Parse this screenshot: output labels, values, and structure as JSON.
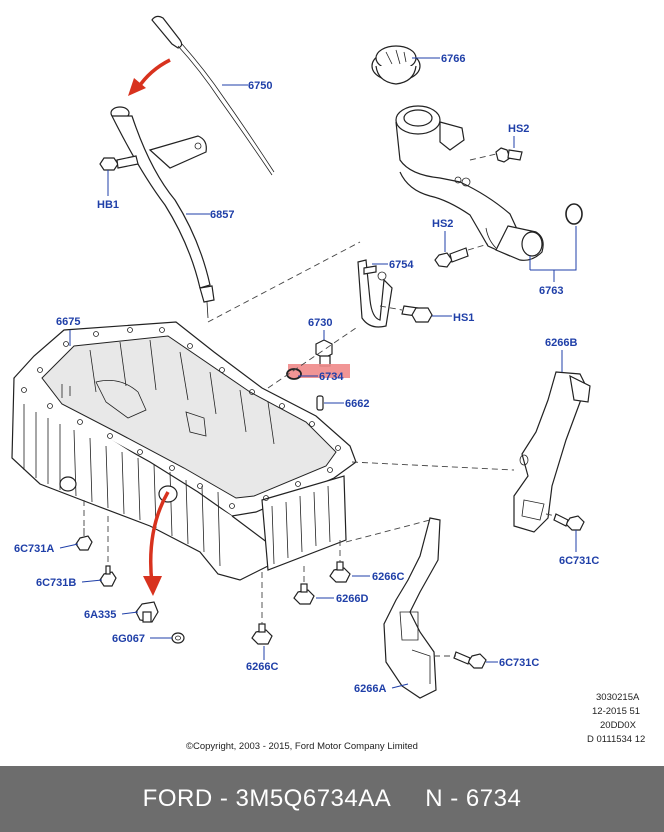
{
  "labels": {
    "l6750": "6750",
    "l6766": "6766",
    "lHS2a": "HS2",
    "lHB1": "HB1",
    "l6857": "6857",
    "lHS2b": "HS2",
    "l6754": "6754",
    "l6763": "6763",
    "l6675": "6675",
    "l6730": "6730",
    "lHS1": "HS1",
    "l6734": "6734",
    "l6662": "6662",
    "l6266B": "6266B",
    "l6C731A": "6C731A",
    "l6C731B": "6C731B",
    "l6A335": "6A335",
    "l6G067": "6G067",
    "l6266C_a": "6266C",
    "l6266D": "6266D",
    "l6266C_b": "6266C",
    "l6C731C_a": "6C731C",
    "l6C731C_b": "6C731C",
    "l6266A": "6266A"
  },
  "meta": {
    "line1": "3030215A",
    "line2": "12-2015 51",
    "line3": "20DD0X",
    "line4": "D 0111534 12"
  },
  "copyright": "©Copyright, 2003 - 2015, Ford Motor Company Limited",
  "footer": {
    "part_label": "FORD - 3M5Q6734AA",
    "ref_label": "N - 6734"
  },
  "colors": {
    "label_blue": "#1f3fa8",
    "highlight": "#f08a8a",
    "arrow_red": "#d8321e",
    "footer_bg": "#6d6d6d"
  }
}
